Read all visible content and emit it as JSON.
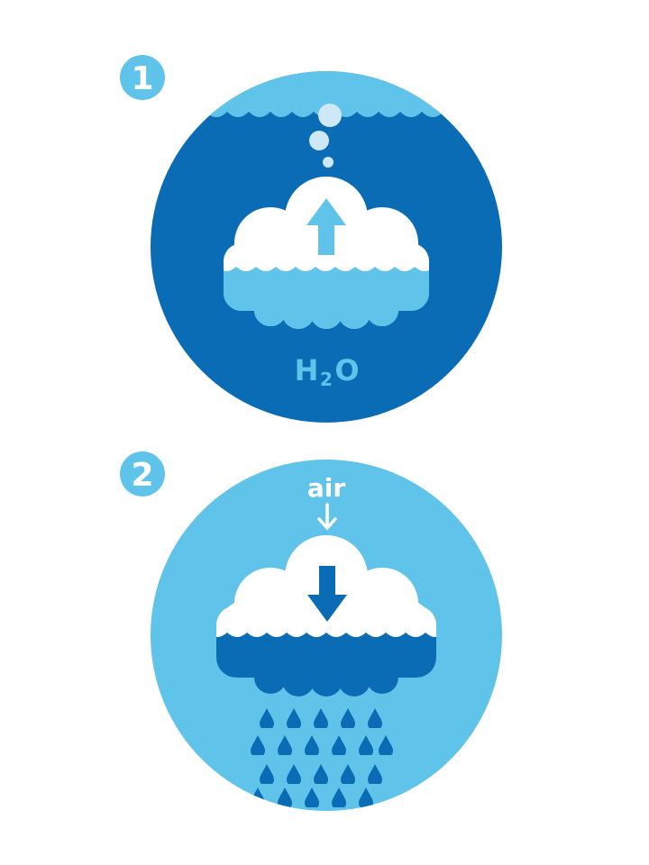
{
  "colors": {
    "light_blue": "#5fc3ea",
    "dark_blue": "#0a6cb5",
    "white": "#ffffff",
    "bubble": "#cfe8f7"
  },
  "step1": {
    "number": "1",
    "formula_main": "H",
    "formula_sub": "2",
    "formula_end": "O"
  },
  "step2": {
    "number": "2",
    "air_label": "air"
  },
  "icons": [
    "cloud-icon",
    "up-arrow-icon",
    "down-arrow-icon",
    "raindrop-icon",
    "bubble-icon"
  ]
}
